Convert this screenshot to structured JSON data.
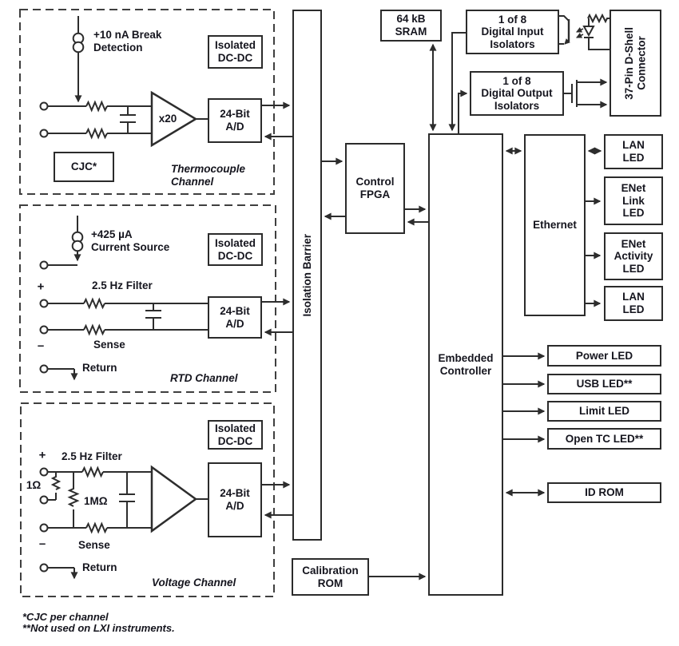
{
  "palette": {
    "ink": "#15151e",
    "line": "#2d2d2d",
    "dash": "#3f3f3f",
    "background": "#ffffff"
  },
  "thermocouple": {
    "break_detection": "+10 nA Break\nDetection",
    "amplifier_gain": "x20",
    "cjc": "CJC*",
    "isolated_dcdc": "Isolated\nDC-DC",
    "adc": "24-Bit\nA/D",
    "channel_label": "Thermocouple\nChannel"
  },
  "rtd": {
    "current_source": "+425 µA\nCurrent Source",
    "plus": "+",
    "filter": "2.5 Hz Filter",
    "minus": "–",
    "sense": "Sense",
    "return_label": "Return",
    "isolated_dcdc": "Isolated\nDC-DC",
    "adc": "24-Bit\nA/D",
    "channel_label": "RTD Channel"
  },
  "voltage": {
    "plus": "+",
    "filter": "2.5 Hz Filter",
    "shunt_resistor": "1Ω",
    "input_resistor": "1MΩ",
    "minus": "–",
    "sense": "Sense",
    "return_label": "Return",
    "isolated_dcdc": "Isolated\nDC-DC",
    "adc": "24-Bit\nA/D",
    "channel_label": "Voltage Channel"
  },
  "core": {
    "isolation_barrier": "Isolation Barrier",
    "control_fpga": "Control\nFPGA",
    "sram": "64 kB\nSRAM",
    "digital_input_isolators": "1 of 8\nDigital Input\nIsolators",
    "digital_output_isolators": "1 of 8\nDigital Output\nIsolators",
    "dshell_connector": "37-Pin D-Shell\nConnector",
    "embedded_controller": "Embedded\nController",
    "ethernet": "Ethernet",
    "calibration_rom": "Calibration\nROM",
    "id_rom": "ID ROM"
  },
  "leds": {
    "lan_top": "LAN\nLED",
    "enet_link": "ENet\nLink\nLED",
    "enet_activity": "ENet\nActivity\nLED",
    "lan_bottom": "LAN\nLED",
    "power": "Power LED",
    "usb": "USB LED**",
    "limit": "Limit LED",
    "open_tc": "Open TC LED**"
  },
  "footnotes": "*CJC per channel\n**Not used on LXI instruments."
}
